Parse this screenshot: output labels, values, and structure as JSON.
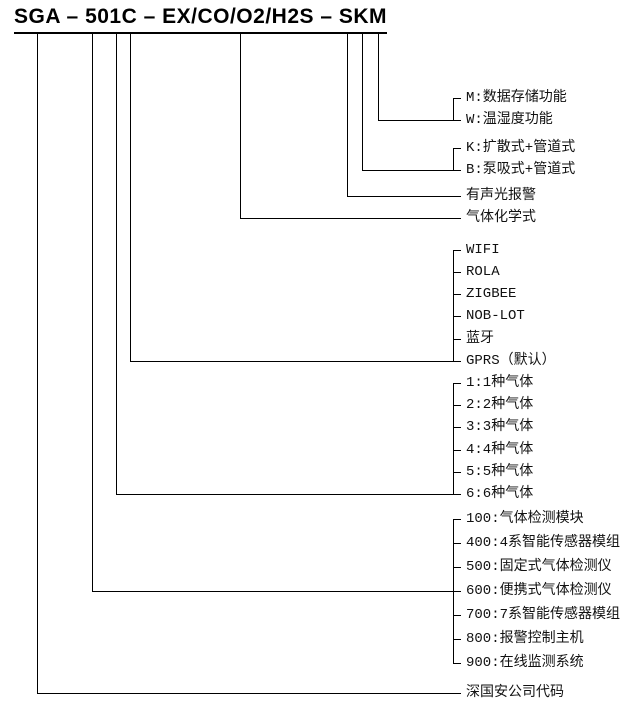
{
  "title": "SGA – 501C – EX/CO/O2/H2S – SKM",
  "labels": {
    "storage": [
      "M:数据存储功能",
      "W:温湿度功能"
    ],
    "sampling": [
      "K:扩散式+管道式",
      "B:泵吸式+管道式"
    ],
    "alarm": "有声光报警",
    "gas_formula": "气体化学式",
    "comm": [
      "WIFI",
      "ROLA",
      "ZIGBEE",
      "NOB-LOT",
      "蓝牙",
      "GPRS（默认）"
    ],
    "gas_count": [
      "1:1种气体",
      "2:2种气体",
      "3:3种气体",
      "4:4种气体",
      "5:5种气体",
      "6:6种气体"
    ],
    "series": [
      "100:气体检测模块",
      "400:4系智能传感器模组",
      "500:固定式气体检测仪",
      "600:便携式气体检测仪",
      "700:7系智能传感器模组",
      "800:报警控制主机",
      "900:在线监测系统"
    ],
    "company": "深国安公司代码"
  },
  "colors": {
    "line": "#000000",
    "text": "#111111",
    "background": "#ffffff"
  }
}
